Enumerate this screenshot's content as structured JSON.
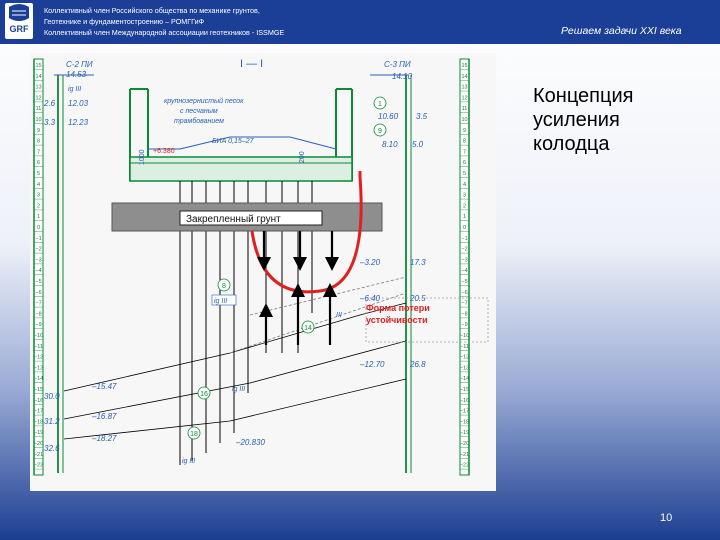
{
  "header": {
    "line1": "Коллективный член Российского общества по механике грунтов,",
    "line2": "Геотехнике и фундаментостроению – РОМГГиФ",
    "line3": "Коллективный член Международной ассоциации геотехников - ISSMGE",
    "tagline": "Решаем задачи XXI века"
  },
  "logo": {
    "text": "GRF"
  },
  "slide": {
    "title_line1": "Концепция",
    "title_line2": "усиления",
    "title_line3": "колодца",
    "page_number": "10"
  },
  "drawing": {
    "section_label": "I — I",
    "left_well": "С-2 ПИ",
    "left_elev": "14.53",
    "right_well": "С-3 ПИ",
    "right_elev": "14.10",
    "left_values": [
      "2.6",
      "12.03",
      "3.3",
      "12.23",
      "30.0",
      "31.2",
      "32.6"
    ],
    "lower_left_values": [
      "–15.47",
      "–16.87",
      "–18.27",
      "–20.830"
    ],
    "right_values": [
      "10.60",
      "3.5",
      "8.10",
      "5.0",
      "–3.20",
      "17.3",
      "–6.40",
      "20.5",
      "–12.70",
      "26.8"
    ],
    "sand_note": [
      "крупнозернистый песок",
      "с песчаным",
      "трамбованием"
    ],
    "pile_note": "БИА 0,15–27",
    "dim_left": "1000",
    "dim_right": "200",
    "elev_top": "+6.380",
    "fixed_soil": "Закрепленный грунт",
    "loss_form_line1": "Форма потери",
    "loss_form_line2": "устойчивости",
    "layer_labels": [
      "1",
      "9",
      "8",
      "14",
      "16",
      "18"
    ],
    "soil_labels": [
      "ig III",
      "ig III",
      "ig III",
      "ig III",
      "III"
    ],
    "scale_left": [
      "15",
      "14",
      "13",
      "12",
      "11",
      "10",
      "9",
      "8",
      "7",
      "6",
      "5",
      "4",
      "3",
      "2",
      "1",
      "0",
      "−1",
      "−2",
      "−3",
      "−4",
      "−5",
      "−6",
      "−7",
      "−8",
      "−9",
      "−10",
      "−11",
      "−12",
      "−13",
      "−14",
      "−15",
      "−16",
      "−17",
      "−18",
      "−19",
      "−20",
      "−21",
      "−22"
    ],
    "scale_right": [
      "15",
      "14",
      "13",
      "12",
      "11",
      "10",
      "9",
      "8",
      "7",
      "6",
      "5",
      "4",
      "3",
      "2",
      "1",
      "0",
      "−1",
      "−2",
      "−3",
      "−4",
      "−5",
      "−6",
      "−7",
      "−8",
      "−9",
      "−10",
      "−11",
      "−12",
      "−13",
      "−14",
      "−15",
      "−16",
      "−17",
      "−18",
      "−19",
      "−20",
      "−21",
      "−22"
    ]
  },
  "colors": {
    "header": "#1b3e96",
    "slide_bg_top": "#ffffff",
    "slide_bg_bottom": "#1d3f92",
    "green": "#0b8a36",
    "blue": "#2860b5",
    "red": "#e02020"
  }
}
